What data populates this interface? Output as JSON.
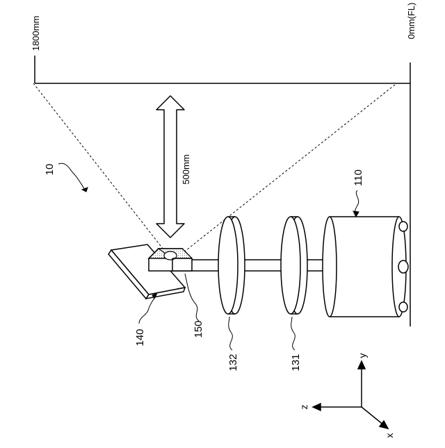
{
  "labels": {
    "top_height": "1800mm",
    "floor_level": "0mm(FL)",
    "arrow_distance": "500mm",
    "system": "10",
    "robot_base": "110",
    "disc_lower": "131",
    "disc_upper": "132",
    "panel": "140",
    "sensor_block": "150"
  },
  "axes": {
    "y": "y",
    "z": "z",
    "x": "x"
  }
}
